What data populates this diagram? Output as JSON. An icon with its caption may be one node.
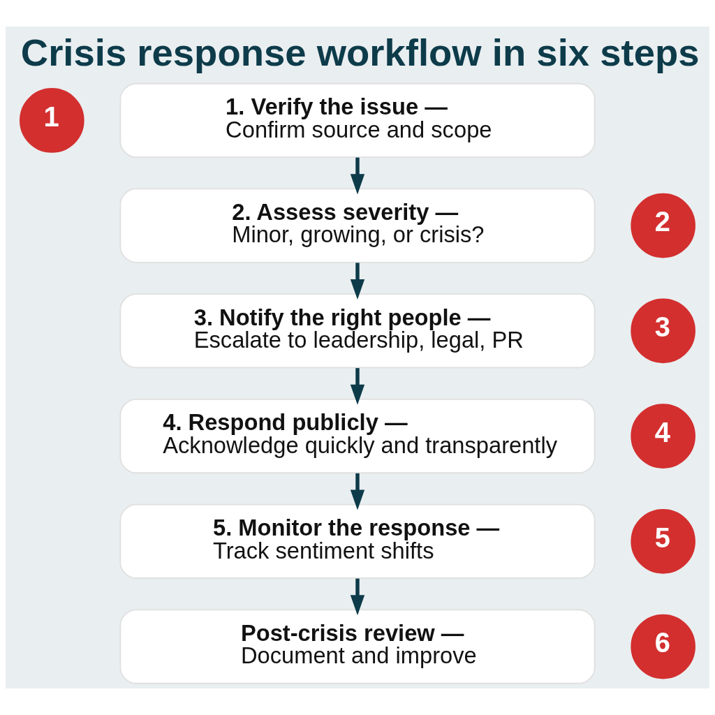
{
  "diagram": {
    "title": "Crisis response workflow in six steps",
    "nodes": [
      {
        "text": [
          "1"
        ]
      },
      {
        "text": [
          "1. Verify the issue —",
          "Confirm source and scope"
        ]
      },
      {
        "text": [
          "2"
        ]
      },
      {
        "text": [
          "2. Assess severity —",
          "Minor, growing, or crisis?"
        ]
      },
      {
        "text": [
          "3"
        ]
      },
      {
        "text": [
          "3. Notify the right people —",
          "Escalate to leadership, legal, PR"
        ]
      },
      {
        "text": [
          "4"
        ]
      },
      {
        "text": [
          "4. Respond publicly —",
          "Acknowledge quickly and transparently"
        ]
      },
      {
        "text": [
          "5"
        ]
      },
      {
        "text": [
          "5. Monitor the response —",
          "Track sentiment shifts"
        ]
      },
      {
        "text": [
          "6"
        ]
      },
      {
        "text": [
          "Post-crisis review —",
          "Document and improve"
        ]
      }
    ],
    "edges": [
      {
        "from": 1,
        "to": 3,
        "arrow": "to"
      },
      {
        "from": 3,
        "to": 5,
        "arrow": "to"
      },
      {
        "from": 5,
        "to": 7,
        "arrow": "to"
      },
      {
        "from": 7,
        "to": 9,
        "arrow": "to"
      },
      {
        "from": 9,
        "to": 11,
        "arrow": "to"
      }
    ]
  }
}
